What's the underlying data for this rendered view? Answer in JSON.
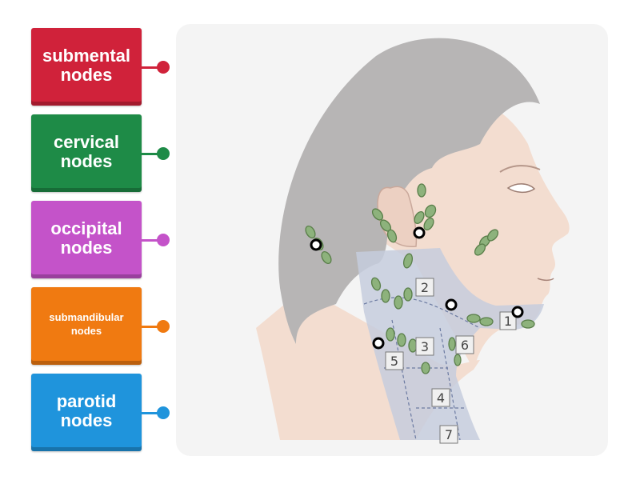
{
  "tiles": [
    {
      "label": "submental\nnodes",
      "color": "#d0223a",
      "size": "big"
    },
    {
      "label": "cervical\nnodes",
      "color": "#1e8b47",
      "size": "big"
    },
    {
      "label": "occipital\nnodes",
      "color": "#c453c9",
      "size": "big"
    },
    {
      "label": "submandibular\nnodes",
      "color": "#f07a11",
      "size": "small"
    },
    {
      "label": "parotid\nnodes",
      "color": "#1f94dc",
      "size": "big"
    }
  ],
  "figure": {
    "level_labels": [
      "1",
      "2",
      "3",
      "4",
      "5",
      "6",
      "7"
    ]
  }
}
